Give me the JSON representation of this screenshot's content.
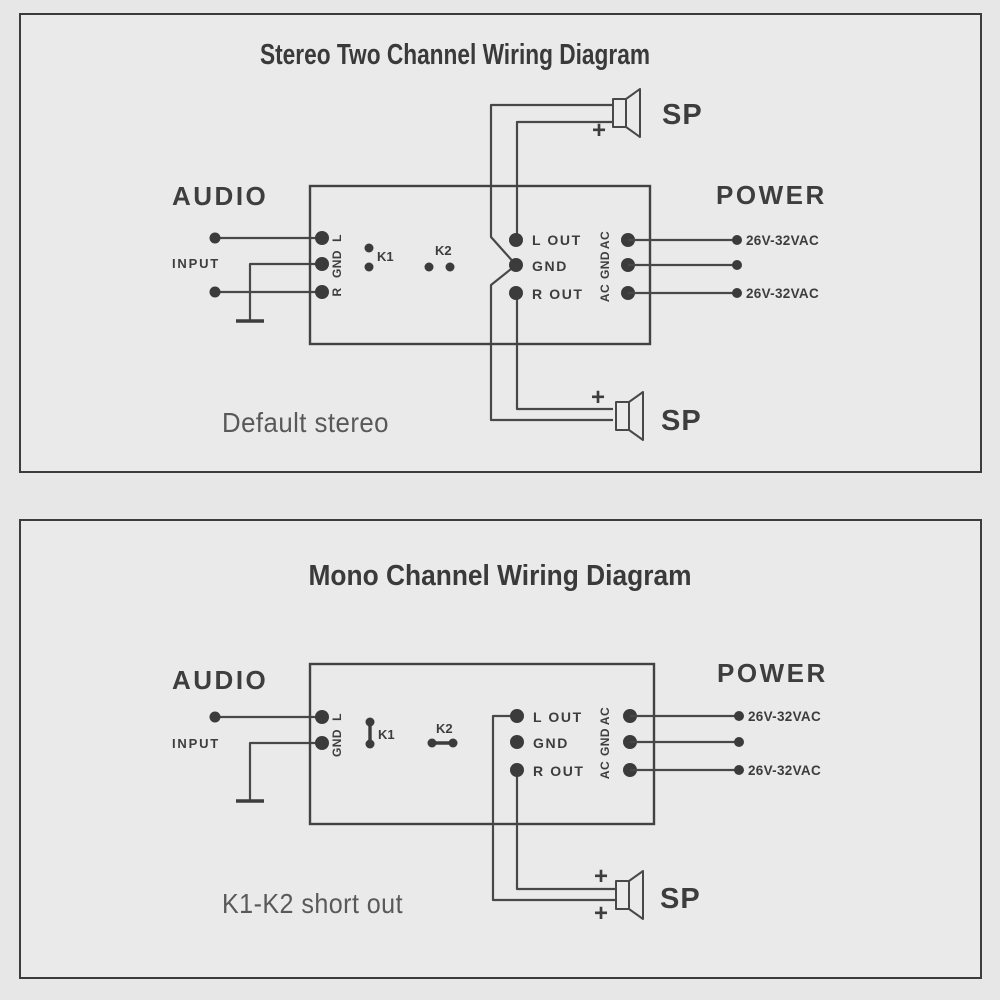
{
  "colors": {
    "background": "#e7e7e7",
    "panel_fill": "#eaeaea",
    "line": "#484848",
    "label_text": "#3d3d3d",
    "caption_text": "#595959"
  },
  "stereo_panel": {
    "title": "Stereo Two Channel Wiring Diagram",
    "caption": "Default stereo",
    "audio_label": "AUDIO",
    "input_label": "INPUT",
    "power_label": "POWER",
    "input_terminals": {
      "l": "L",
      "gnd": "GND",
      "r": "R"
    },
    "jumper_k1": "K1",
    "jumper_k2": "K2",
    "output_terminals": {
      "l_out": "L OUT",
      "gnd": "GND",
      "r_out": "R OUT"
    },
    "ac_terminals": {
      "top": "AC",
      "mid": "GND",
      "bottom": "AC"
    },
    "power_rating_top": "26V-32VAC",
    "power_rating_bottom": "26V-32VAC",
    "speaker_top": {
      "label": "SP",
      "polarity": "+"
    },
    "speaker_bottom": {
      "label": "SP",
      "polarity": "+"
    }
  },
  "mono_panel": {
    "title": "Mono Channel Wiring Diagram",
    "caption": "K1-K2 short out",
    "audio_label": "AUDIO",
    "input_label": "INPUT",
    "power_label": "POWER",
    "input_terminals": {
      "l": "L",
      "gnd": "GND"
    },
    "jumper_k1": "K1",
    "jumper_k2": "K2",
    "output_terminals": {
      "l_out": "L OUT",
      "gnd": "GND",
      "r_out": "R OUT"
    },
    "ac_terminals": {
      "top": "AC",
      "mid": "GND",
      "bottom": "AC"
    },
    "power_rating_top": "26V-32VAC",
    "power_rating_bottom": "26V-32VAC",
    "speaker": {
      "label": "SP",
      "polarity_top": "+",
      "polarity_bottom": "+"
    }
  }
}
